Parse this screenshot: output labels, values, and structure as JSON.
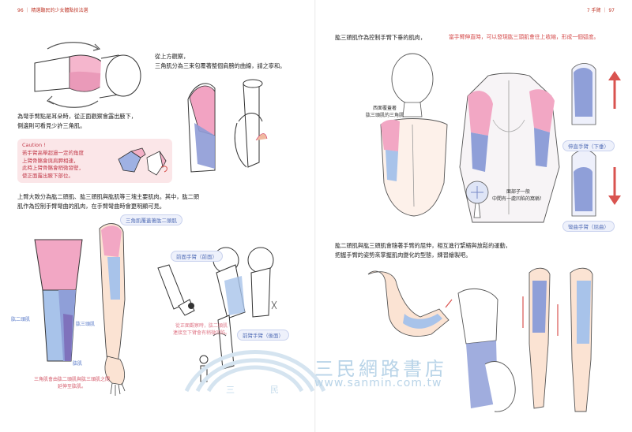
{
  "left_page": {
    "folio": "96 ｜ 精選聽民的少女體點技法選",
    "intro": [
      "從上方觀察，",
      "三角肌分為三束包覆著整個肩膀的曲線，請之寧和。"
    ],
    "side_text": [
      "為彎手臂點是耳朵時，從正面觀察會露出腋下，",
      "側邊則可看見少許三角肌。"
    ],
    "caution": {
      "title": "Caution !",
      "lines": [
        "若手臂高舉超過一定的角度",
        "上臂骨骼會與肩胛相連，",
        "此時上臂骨骼會稍微發壁，",
        "使正面露出腋下部位。"
      ]
    },
    "para": [
      "上臂大致分為肱二頭肌、肱三頭肌與肱肌等三塊主要肌肉。其中，肱二頭",
      "肌作為控制手臂彎曲的肌肉，在手臂彎曲時會更明顯可見。"
    ],
    "tag_delt": "三角肌覆蓋著肱二頭肌",
    "label_biceps": "肱二頭肌",
    "label_triceps": "肱三頭肌",
    "label_brachialis": "肱肌",
    "bottom_note": [
      "三角肌會由肱二頭肌與肱三頭肌之間",
      "延伸至肱肌。"
    ],
    "diagram_note": [
      "從正面觀察時，肱二頭肌",
      "連接至下臂會有稍微凹陷。"
    ],
    "tag_forward": "前面手臂（前面）",
    "tag_back": "前臂手臂（後面）"
  },
  "right_page": {
    "folio": "7 手臂 ｜ 97",
    "heading_a": "肱三頭肌作為控制手臂下垂的肌肉，",
    "heading_b": "當手臂伸直時，可以發現肱三頭肌會往上收縮，形成一個弧度。",
    "label_back": [
      "西面覆蓋著",
      "肱三頭肌的三角肌"
    ],
    "label_elbow": [
      "面部子一般",
      "中間有一處凹陷的窩稱！"
    ],
    "tag_up": "伸直手臂（下垂）",
    "tag_down": "彎曲手臂（屈曲）",
    "para": [
      "肱二頭肌與肱三頭肌會隨著手臂的屈伸，相互進行緊縮與放鬆的運動，",
      "把握手臂的姿勢來掌握肌肉變化的型態，練習繪製吧。"
    ]
  },
  "watermark": {
    "name": "三民網路書店",
    "url": "www.sanmin.com.tw",
    "chars": [
      "三",
      "民"
    ]
  },
  "colors": {
    "deltoid": "#f2a7c4",
    "biceps": "#8f9fd8",
    "triceps": "#a8c3ea",
    "skin": "#fbe3d3",
    "accent_red": "#d9534f"
  }
}
